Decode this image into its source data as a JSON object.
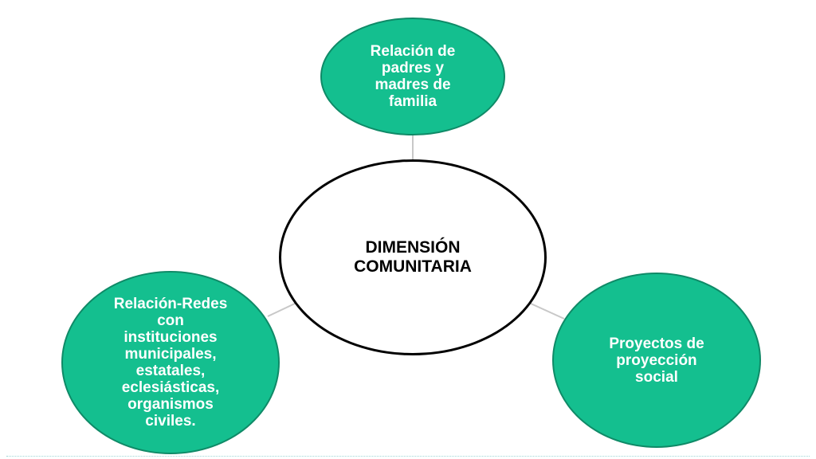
{
  "diagram": {
    "center": {
      "label": "DIMENSIÓN\nCOMUNITARIA"
    },
    "nodes": [
      {
        "id": "top",
        "label": "Relación de\npadres y\nmadres de\nfamilia"
      },
      {
        "id": "left",
        "label": "Relación-Redes\ncon\ninstituciones\nmunicipales,\nestatales,\neclesiásticas,\norganismos\nciviles."
      },
      {
        "id": "right",
        "label": "Proyectos de\nproyección\nsocial"
      }
    ],
    "colors": {
      "node_fill": "#14bf8f",
      "node_border": "#0f8a67",
      "center_fill": "#ffffff",
      "center_border": "#000000",
      "connector": "#c8c8c8"
    }
  }
}
